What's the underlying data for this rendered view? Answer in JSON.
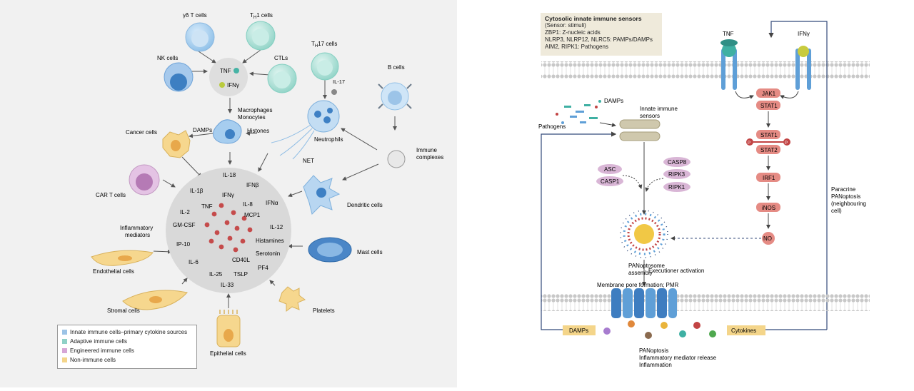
{
  "left": {
    "cells": {
      "gd_t": "γδ T cells",
      "th1": "T",
      "th1_sub": "H",
      "th1_rest": "1 cells",
      "nk": "NK cells",
      "ctls": "CTLs",
      "th17": "T",
      "th17_sub": "H",
      "th17_rest": "17 cells",
      "il17": "IL-17",
      "b_cells": "B cells",
      "macrophages": "Macrophages",
      "monocytes": "Monocytes",
      "histones": "Histones",
      "damps": "DAMPs",
      "cancer": "Cancer cells",
      "neutrophils": "Neutrophils",
      "immune_complexes_1": "Immune",
      "immune_complexes_2": "complexes",
      "net": "NET",
      "car_t": "CAR T cells",
      "dendritic": "Dendritic cells",
      "inflammatory_1": "Inflammatory",
      "inflammatory_2": "mediators",
      "endothelial": "Endothelial cells",
      "mast": "Mast cells",
      "stromal": "Stromal cells",
      "platelets": "Platelets",
      "epithelial": "Epithelial cells",
      "tnf": "TNF",
      "ifng": "IFNγ"
    },
    "mediators": [
      "IL-18",
      "IFNβ",
      "IL-1β",
      "IFNγ",
      "IL-8",
      "IFNα",
      "TNF",
      "MCP1",
      "IL-2",
      "GM-CSF",
      "IL-12",
      "Histamines",
      "IP-10",
      "Serotonin",
      "CD40L",
      "IL-6",
      "PF4",
      "IL-25",
      "TSLP",
      "IL-33"
    ],
    "legend": [
      {
        "label": "Innate immune cells–primary cytokine sources",
        "color": "#9cc3e6"
      },
      {
        "label": "Adaptive immune cells",
        "color": "#8fd1c7"
      },
      {
        "label": "Engineered immune cells",
        "color": "#d6a6d6"
      },
      {
        "label": "Non-immune cells",
        "color": "#f4d58a"
      }
    ]
  },
  "right": {
    "sensor_box": {
      "title": "Cytosolic innate immune sensors",
      "lines": [
        "(Sensor: stimuli)",
        "ZBP1: Z-nucleic acids",
        "NLRP3, NLRP12, NLRC5: PAMPs/DAMPs",
        "AIM2, RIPK1: Pathogens"
      ]
    },
    "labels": {
      "tnf": "TNF",
      "ifng": "IFNγ",
      "damps_top": "DAMPs",
      "innate_1": "Innate immune",
      "innate_2": "sensors",
      "pathogens": "Pathogens",
      "jak1": "JAK1",
      "stat1": "STAT1",
      "stat1b": "STAT1",
      "stat2": "STAT2",
      "p": "P",
      "irf1": "IRF1",
      "inos": "iNOS",
      "no": "NO",
      "asc": "ASC",
      "casp1": "CASP1",
      "casp8": "CASP8",
      "ripk3": "RIPK3",
      "ripk1": "RIPK1",
      "paracrine_1": "Paracrine",
      "paracrine_2": "PANoptosis",
      "paracrine_3": "(neighbouring",
      "paracrine_4": "cell)",
      "panoptosome_1": "PANoptosome",
      "panoptosome_2": "assembly",
      "executioner": "Executioner activation",
      "membrane_pore": "Membrane pore formation; PMR",
      "damps_bottom": "DAMPs",
      "cytokines": "Cytokines",
      "out_1": "PANoptosis",
      "out_2": "Inflammatory mediator release",
      "out_3": "Inflammation"
    }
  }
}
